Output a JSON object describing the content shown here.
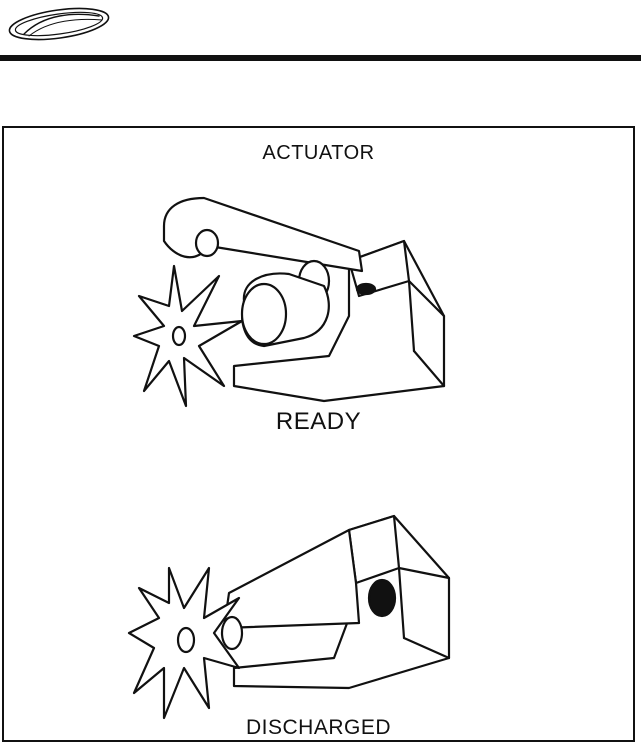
{
  "header": {
    "logo_icon": "swoosh-oval-logo"
  },
  "figure": {
    "top_label": "ACTUATOR",
    "ready_label": "READY",
    "discharged_label": "DISCHARGED"
  },
  "colors": {
    "ink": "#111111",
    "paper": "#ffffff"
  }
}
